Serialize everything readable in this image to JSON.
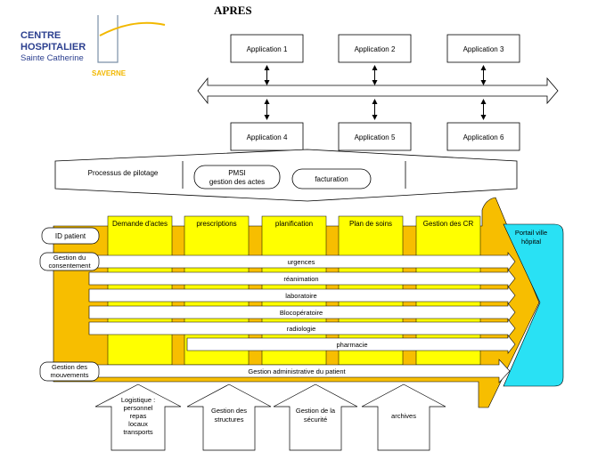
{
  "page_title": "APRES",
  "logo": {
    "line1": "CENTRE",
    "line2": "HOSPITALIER",
    "line3": "Sainte Catherine",
    "city": "SAVERNE"
  },
  "applications_top": [
    "Application 1",
    "Application 2",
    "Application 3"
  ],
  "applications_bottom": [
    "Application 4",
    "Application 5",
    "Application 6"
  ],
  "pilot": {
    "processus": "Processus de pilotage",
    "pmsi_1": "PMSI",
    "pmsi_2": "gestion des actes",
    "facturation": "facturation"
  },
  "column_headers": [
    "Demande d'actes",
    "prescriptions",
    "planification",
    "Plan de soins",
    "Gestion des CR"
  ],
  "portal": {
    "line1": "Portail ville",
    "line2": "hôpital"
  },
  "left_labels": {
    "id_patient": "ID patient",
    "consent_1": "Gestion du",
    "consent_2": "consentement",
    "mouv_1": "Gestion des",
    "mouv_2": "mouvements"
  },
  "flows": [
    "urgences",
    "réanimation",
    "laboratoire",
    "Blocopératoire",
    "radiologie",
    "pharmacie",
    "Gestion administrative du patient"
  ],
  "support": {
    "logistique": [
      "Logistique :",
      "personnel",
      "repas",
      "locaux",
      "transports"
    ],
    "structures": [
      "Gestion des",
      "structures"
    ],
    "securite": [
      "Gestion de la",
      "sécurité"
    ],
    "archives": [
      "archives"
    ]
  },
  "colors": {
    "orange": "#F7BE00",
    "yellow": "#FFFF00",
    "cyan": "#29E1F4",
    "logo_blue": "#2B3F8F",
    "logo_gold": "#F2B800"
  }
}
